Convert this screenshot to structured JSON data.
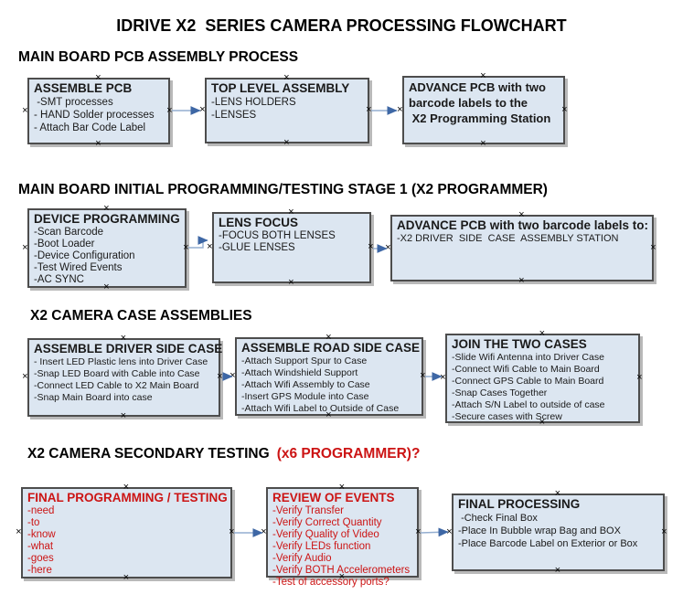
{
  "title": "IDRIVE X2  SERIES CAMERA PROCESSING FLOWCHART",
  "headings": {
    "section1": "MAIN BOARD PCB ASSEMBLY PROCESS",
    "section2": "MAIN BOARD INITIAL PROGRAMMING/TESTING STAGE 1 (X2 PROGRAMMER)",
    "section3": "X2 CAMERA CASE ASSEMBLIES",
    "section4_main": "X2 CAMERA SECONDARY TESTING",
    "section4_note": "(x6 PROGRAMMER)?"
  },
  "boxes": {
    "assemble_pcb": {
      "title": "ASSEMBLE PCB",
      "items": [
        " -SMT processes",
        "- HAND Solder processes",
        "- Attach Bar Code Label"
      ]
    },
    "top_level_assembly": {
      "title": "TOP LEVEL ASSEMBLY",
      "items": [
        "-LENS HOLDERS",
        "-LENSES"
      ]
    },
    "advance_to_programming": {
      "lines": [
        "ADVANCE PCB with two",
        "barcode labels to the",
        " X2 Programming Station"
      ]
    },
    "device_programming": {
      "title": "DEVICE PROGRAMMING",
      "items": [
        "-Scan Barcode",
        "-Boot Loader",
        "-Device Configuration",
        "-Test Wired Events",
        "-AC SYNC"
      ]
    },
    "lens_focus": {
      "title": "LENS FOCUS",
      "items": [
        "-FOCUS BOTH LENSES",
        "-GLUE LENSES"
      ]
    },
    "advance_to_case_assembly": {
      "title": "ADVANCE PCB with two barcode labels to:",
      "items": [
        "-X2 DRIVER  SIDE  CASE  ASSEMBLY STATION"
      ]
    },
    "assemble_driver_side_case": {
      "title": "ASSEMBLE DRIVER SIDE CASE",
      "items": [
        "- Insert LED Plastic lens into Driver Case",
        "-Snap LED Board with Cable into Case",
        "-Connect LED Cable to X2 Main Board",
        "-Snap Main Board into case"
      ]
    },
    "assemble_road_side_case": {
      "title": "ASSEMBLE ROAD SIDE CASE",
      "items": [
        "-Attach Support Spur to Case",
        "-Attach Windshield Support",
        "-Attach Wifi Assembly to Case",
        "-Insert GPS Module into Case",
        "-Attach Wifi Label to Outside of Case"
      ]
    },
    "join_the_two_cases": {
      "title": "JOIN THE TWO CASES",
      "items": [
        "-Slide Wifi Antenna into Driver Case",
        "-Connect Wifi Cable to Main Board",
        "-Connect GPS Cable to Main Board",
        "-Snap Cases Together",
        "-Attach S/N Label to outside of case",
        "-Secure cases with Screw"
      ]
    },
    "final_programming_testing": {
      "title": "FINAL PROGRAMMING / TESTING",
      "items": [
        "-need",
        "-to",
        "-know",
        "-what",
        "-goes",
        "-here"
      ]
    },
    "review_of_events": {
      "title": "REVIEW OF EVENTS",
      "items": [
        "-Verify Transfer",
        "-Verify Correct Quantity",
        "-Verify Quality of Video",
        "-Verify LEDs function",
        "-Verify Audio",
        "-Verify BOTH Accelerometers",
        "-Test of accessory ports?"
      ]
    },
    "final_processing": {
      "title": "FINAL PROCESSING",
      "items": [
        " -Check Final Box",
        "-Place In Bubble wrap Bag and BOX",
        "-Place Barcode Label on Exterior or Box"
      ]
    }
  },
  "colors": {
    "box_fill": "#dce6f1",
    "box_border": "#4d4d4d",
    "accent_red": "#cc1414",
    "connector_line": "#94aed0",
    "connector_arrow": "#3e67a5"
  }
}
